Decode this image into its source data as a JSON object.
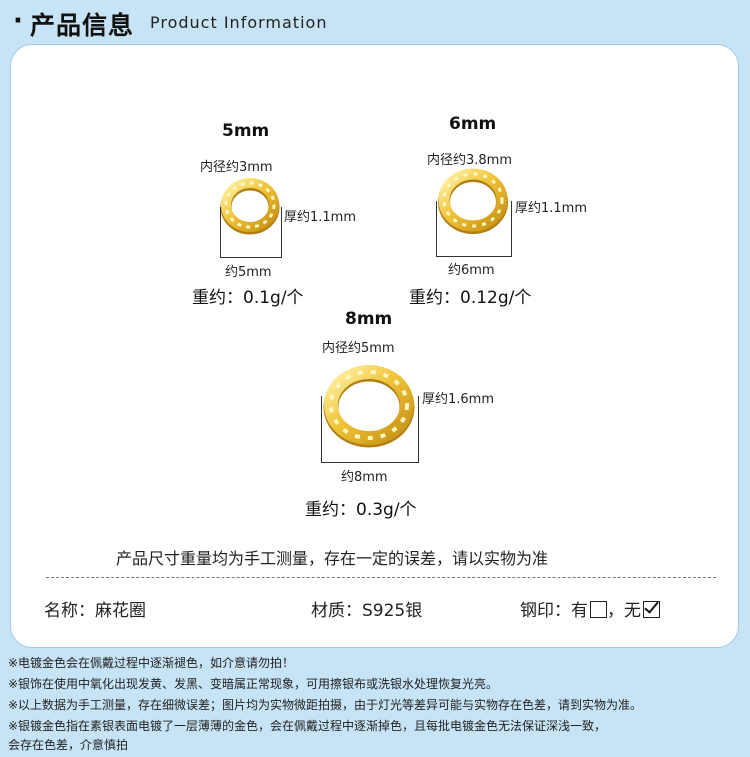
{
  "header": {
    "bullet": "·",
    "title_zh": "产品信息",
    "title_en": "Product Information"
  },
  "rings": [
    {
      "size": "5mm",
      "inner": "内径约3mm",
      "thickness": "厚约1.1mm",
      "outer": "约5mm",
      "weight": "重约：0.1g/个"
    },
    {
      "size": "6mm",
      "inner": "内径约3.8mm",
      "thickness": "厚约1.1mm",
      "outer": "约6mm",
      "weight": "重约：0.12g/个"
    },
    {
      "size": "8mm",
      "inner": "内径约5mm",
      "thickness": "厚约1.6mm",
      "outer": "约8mm",
      "weight": "重约：0.3g/个"
    }
  ],
  "note": "产品尺寸重量均为手工测量，存在一定的误差，请以实物为准",
  "specs": {
    "name": "名称：麻花圈",
    "material": "材质：S925银",
    "stamp_label": "钢印：有",
    "stamp_sep": "，无"
  },
  "footer": [
    "※电镀金色会在佩戴过程中逐渐褪色，如介意请勿拍！",
    "※银饰在使用中氧化出现发黄、发黑、变暗属正常现象，可用擦银布或洗银水处理恢复光亮。",
    "※以上数据为手工测量，存在细微误差；图片均为实物微距拍摄，由于灯光等差异可能与实物存在色差，请到实物为准。",
    "※银镀金色指在素银表面电镀了一层薄薄的金色，会在佩戴过程中逐渐掉色，且每批电镀金色无法保证深浅一致，",
    "会存在色差，介意慎拍"
  ],
  "colors": {
    "background": "#c7e4f6",
    "card": "#ffffff",
    "gold": "#e8b829"
  },
  "icons": [
    "twisted-ring-5mm-image",
    "twisted-ring-6mm-image",
    "twisted-ring-8mm-image",
    "checkbox-icon",
    "checked-checkbox-icon"
  ]
}
